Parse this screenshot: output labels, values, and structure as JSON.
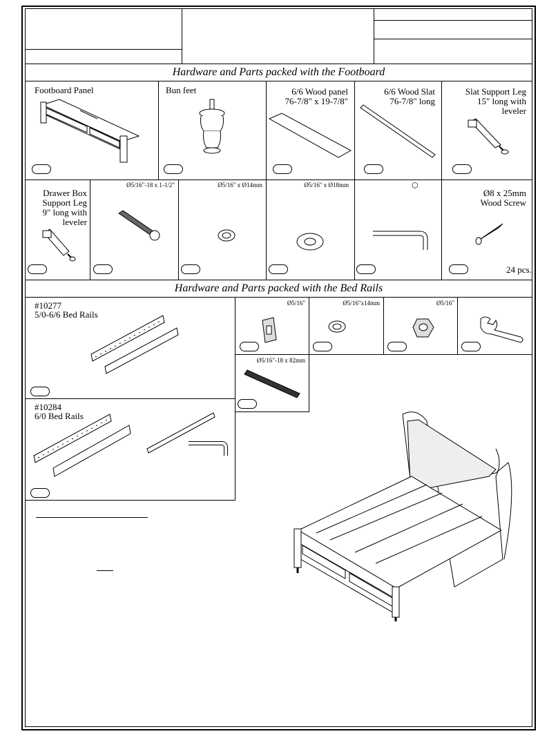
{
  "sections": {
    "footboard_title": "Hardware and Parts packed with the Footboard",
    "bedrails_title": "Hardware and Parts packed with the Bed Rails"
  },
  "footboard_parts": {
    "footboard_panel": "Footboard Panel",
    "bun_feet": "Bun feet",
    "wood_panel": "6/6  Wood panel\n76-7/8\" x 19-7/8\"",
    "wood_slat": "6/6  Wood Slat\n76-7/8\" long",
    "slat_support_leg": "Slat Support Leg\n15\" long with\nleveler",
    "drawer_box_support_leg": "Drawer Box\nSupport Leg\n9\" long with\nleveler",
    "bolt_long": "Ø5/16\"-18 x 1-1/2\"",
    "washer_14": "Ø5/16\" x Ø14mm",
    "washer_18": "Ø5/16\" x Ø18mm",
    "hex_symbol": "⬡",
    "wood_screw": "Ø8 x 25mm\nWood Screw",
    "wood_screw_qty": "24 pcs."
  },
  "bedrail_parts": {
    "rails_1_code": "#10277",
    "rails_1_name": "5/0-6/6 Bed Rails",
    "rails_2_code": "#10284",
    "rails_2_name": "6/0 Bed Rails",
    "bracket": "Ø5/16\"",
    "washer": "Ø5/16\"x14mm",
    "nut": "Ø5/16\"",
    "threaded_rod": "Ø5/16\"-18 x 82mm"
  }
}
